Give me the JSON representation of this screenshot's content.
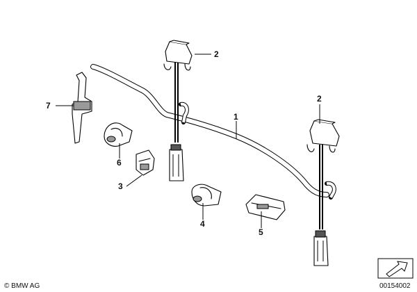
{
  "callouts": {
    "c1": "1",
    "c2a": "2",
    "c2b": "2",
    "c3": "3",
    "c4": "4",
    "c5": "5",
    "c6": "6",
    "c7": "7"
  },
  "footer": {
    "copyright": "© BMW AG",
    "image_number": "00154002"
  }
}
